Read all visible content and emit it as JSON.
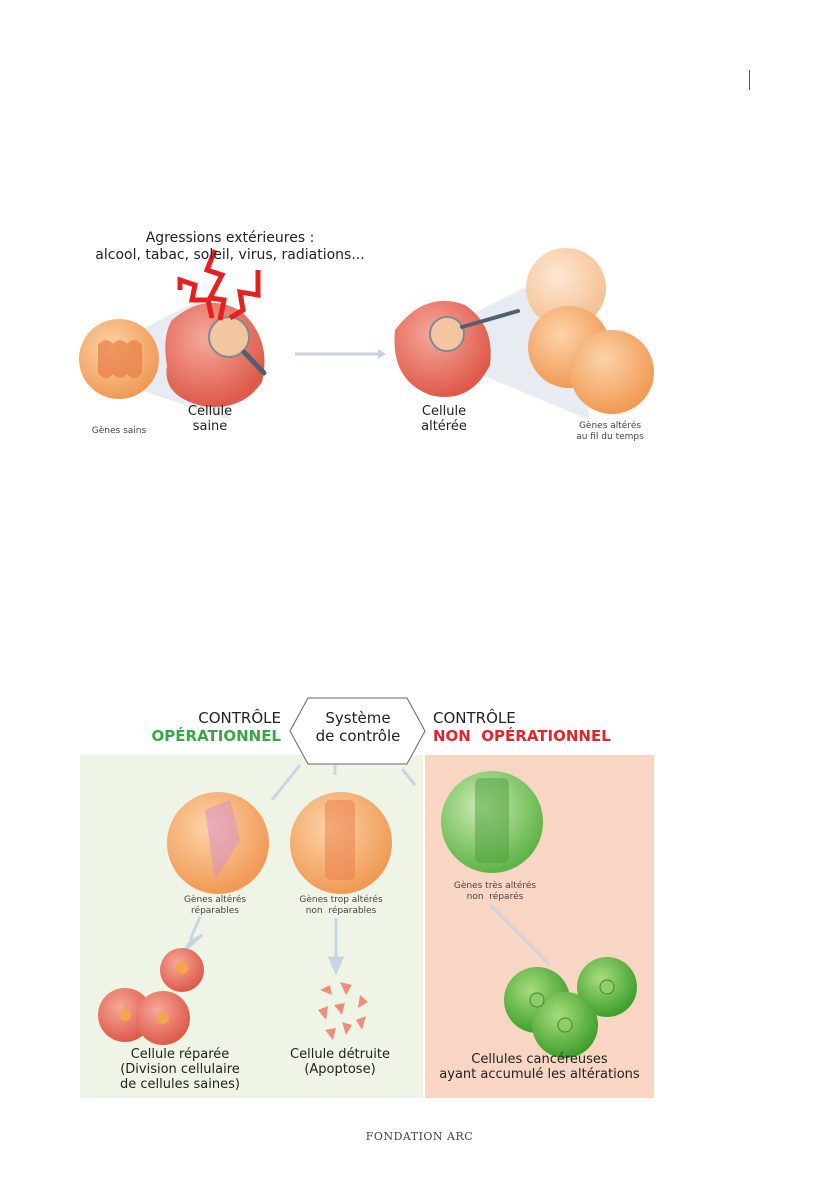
{
  "figure1": {
    "title_line1": "Agressions extérieures :",
    "title_line2": "alcool, tabac, soleil, virus, radiations...",
    "label_genes_sains": "Gènes sains",
    "label_cellule_saine_1": "Cellule",
    "label_cellule_saine_2": "saine",
    "label_cellule_alteree_1": "Cellule",
    "label_cellule_alteree_2": "altérée",
    "label_genes_alteres_1": "Gènes altérés",
    "label_genes_alteres_2": "au fil du temps"
  },
  "figure2": {
    "left_header_1": "CONTRÔLE",
    "left_header_2": "OPÉRATIONNEL",
    "center_1": "Système",
    "center_2": "de contrôle",
    "right_header_1": "CONTRÔLE",
    "right_header_2": "NON  OPÉRATIONNEL",
    "genes1_1": "Gènes altérés",
    "genes1_2": "réparables",
    "genes2_1": "Gènes trop altérés",
    "genes2_2": "non  réparables",
    "genes3_1": "Gènes très altérés",
    "genes3_2": "non  réparés",
    "result1_1": "Cellule réparée",
    "result1_2": "(Division cellulaire",
    "result1_3": "de cellules saines)",
    "result2_1": "Cellule détruite",
    "result2_2": "(Apoptose)",
    "result3_1": "Cellules cancéreuses",
    "result3_2": "ayant accumulé les altérations",
    "colors": {
      "green": "#3aa64a",
      "red": "#e0262a",
      "panel_green": "#eef5e6",
      "panel_pink": "#f9d6c4"
    }
  },
  "footer": "FONDATION ARC"
}
